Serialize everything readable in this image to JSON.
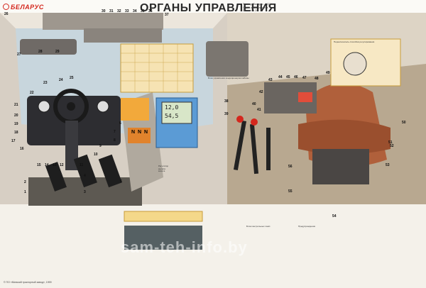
{
  "brand": {
    "name": "БЕЛАРУС"
  },
  "title": "ОРГАНЫ УПРАВЛЕНИЯ",
  "top_note": [
    "Трактор \"Беларус - 1221\"",
    "Серия из 10 плакатов",
    "Плакат № 2/9"
  ],
  "callouts_top_left": [
    "26",
    "30",
    "31",
    "32",
    "33",
    "34",
    "35",
    "36",
    "37"
  ],
  "callouts_cab": [
    "27",
    "28",
    "29",
    "23",
    "24",
    "25",
    "22",
    "21",
    "20",
    "19",
    "18",
    "17",
    "16",
    "15",
    "14",
    "13",
    "12",
    "11",
    "10",
    "9",
    "8",
    "7",
    "6",
    "5",
    "4",
    "3",
    "2",
    "1"
  ],
  "callouts_right": [
    "38",
    "39",
    "40",
    "41",
    "42",
    "43",
    "44",
    "45",
    "46",
    "47",
    "48",
    "49",
    "50",
    "51",
    "52",
    "53",
    "54",
    "55",
    "56"
  ],
  "display_readout": {
    "line1": "12,0",
    "line2": "54,5"
  },
  "section_labels": {
    "console": "Блок управления кондиционером кабины",
    "right_panel": "Переключатель способов регулирования",
    "bottom_block": "Блок контрольных ламп",
    "notes": "Предупреждения"
  },
  "small_label_near_lever": "Регулятор\nрычага\nкапота",
  "watermark": "sam-teh-info.by",
  "bottom_caption": "© ПО «Минский тракторный завод», 1999",
  "indicator_letters": [
    "N",
    "N",
    "N"
  ]
}
